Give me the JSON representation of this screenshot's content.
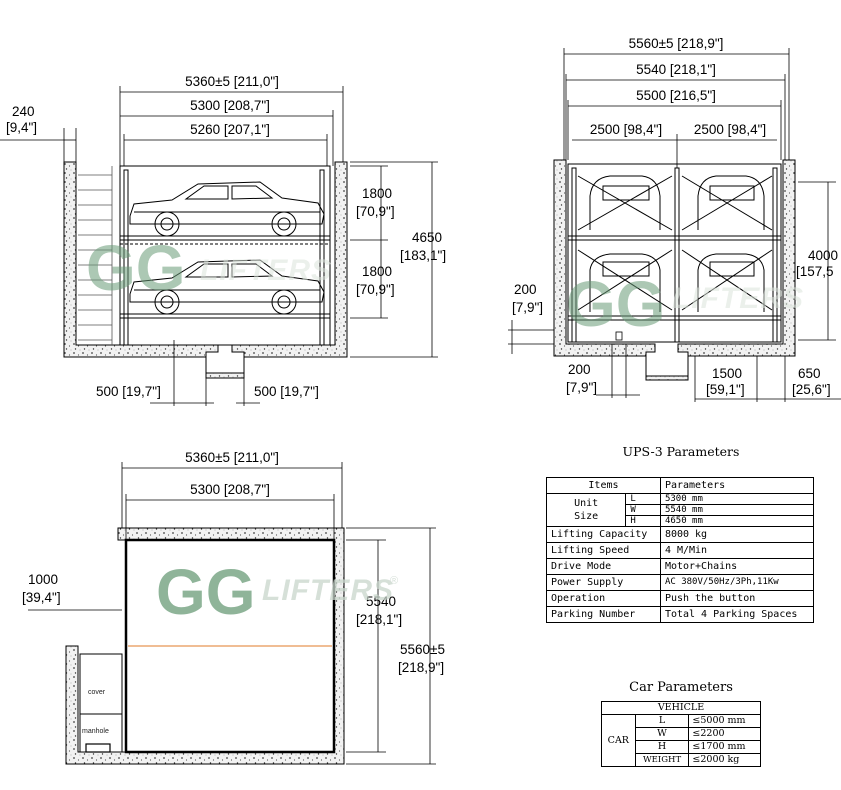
{
  "watermark": {
    "letters": "GG",
    "brand": "LIFTERS",
    "mark": "®",
    "color": "#2e7d4f"
  },
  "side_view": {
    "dims": {
      "overall_a": "5360±5 [211,0\"]",
      "overall_b": "5300 [208,7\"]",
      "overall_c": "5260 [207,1\"]",
      "left_gap_1": "240",
      "left_gap_2": "[9,4\"]",
      "level1_1": "1800",
      "level1_2": "[70,9\"]",
      "level2_1": "1800",
      "level2_2": "[70,9\"]",
      "height_1": "4650",
      "height_2": "[183,1\"]",
      "pit_left": "500 [19,7\"]",
      "pit_right": "500 [19,7\"]"
    }
  },
  "front_view": {
    "dims": {
      "overall_a": "5560±5 [218,9\"]",
      "overall_b": "5540 [218,1\"]",
      "overall_c": "5500 [216,5\"]",
      "bay_left": "2500 [98,4\"]",
      "bay_right": "2500 [98,4\"]",
      "height_1": "4000",
      "height_2": "[157,5",
      "left_offset_1": "200",
      "left_offset_2": "[7,9\"]",
      "bottom_left_1": "200",
      "bottom_left_2": "[7,9\"]",
      "bottom_mid_1": "1500",
      "bottom_mid_2": "[59,1\"]",
      "bottom_right_1": "650",
      "bottom_right_2": "[25,6\"]"
    }
  },
  "plan_view": {
    "dims": {
      "overall_a": "5360±5 [211,0\"]",
      "overall_b": "5300 [208,7\"]",
      "left_1": "1000",
      "left_2": "[39,4\"]",
      "depth_1": "5540",
      "depth_2": "[218,1\"]",
      "outer_1": "5560±5",
      "outer_2": "[218,9\"]"
    },
    "cover_label": "cover",
    "manhole_label": "manhole"
  },
  "ups_params": {
    "title": "UPS-3 Parameters",
    "items_header": "Items",
    "params_header": "Parameters",
    "unit_size_label_1": "Unit",
    "unit_size_label_2": "Size",
    "size_rows": [
      {
        "key": "L",
        "value": "5300 mm"
      },
      {
        "key": "W",
        "value": "5540 mm"
      },
      {
        "key": "H",
        "value": "4650 mm"
      }
    ],
    "rows": [
      {
        "key": "Lifting Capacity",
        "value": "8000 kg"
      },
      {
        "key": "Lifting Speed",
        "value": "4 M/Min"
      },
      {
        "key": "Drive Mode",
        "value": "Motor+Chains"
      },
      {
        "key": "Power Supply",
        "value": "AC 380V/50Hz/3Ph,11Kw"
      },
      {
        "key": "Operation",
        "value": "Push the button"
      },
      {
        "key": "Parking Number",
        "value": "Total 4 Parking Spaces"
      }
    ]
  },
  "car_params": {
    "title": "Car Parameters",
    "header": "VEHICLE",
    "car_label": "CAR",
    "rows": [
      {
        "key": "L",
        "value": "≤5000 mm"
      },
      {
        "key": "W",
        "value": "≤2200"
      },
      {
        "key": "H",
        "value": "≤1700 mm"
      },
      {
        "key": "WEIGHT",
        "value": "≤2000 kg"
      }
    ]
  }
}
